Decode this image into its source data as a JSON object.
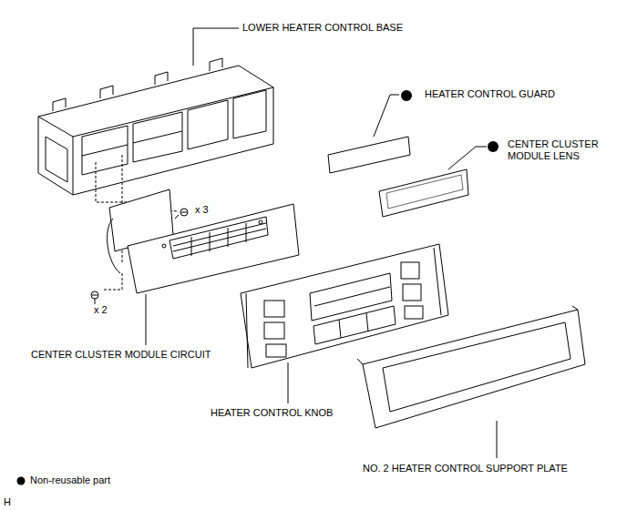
{
  "diagram": {
    "labels": [
      "LOWER HEATER CONTROL BASE",
      "HEATER CONTROL GUARD",
      "CENTER CLUSTER MODULE LENS",
      "x 3",
      "x 2",
      "CENTER CLUSTER MODULE CIRCUIT",
      "HEATER CONTROL KNOB",
      "NO. 2 HEATER CONTROL SUPPORT PLATE",
      "H"
    ],
    "legend": [
      {
        "text": "Non-reusable part"
      }
    ]
  }
}
